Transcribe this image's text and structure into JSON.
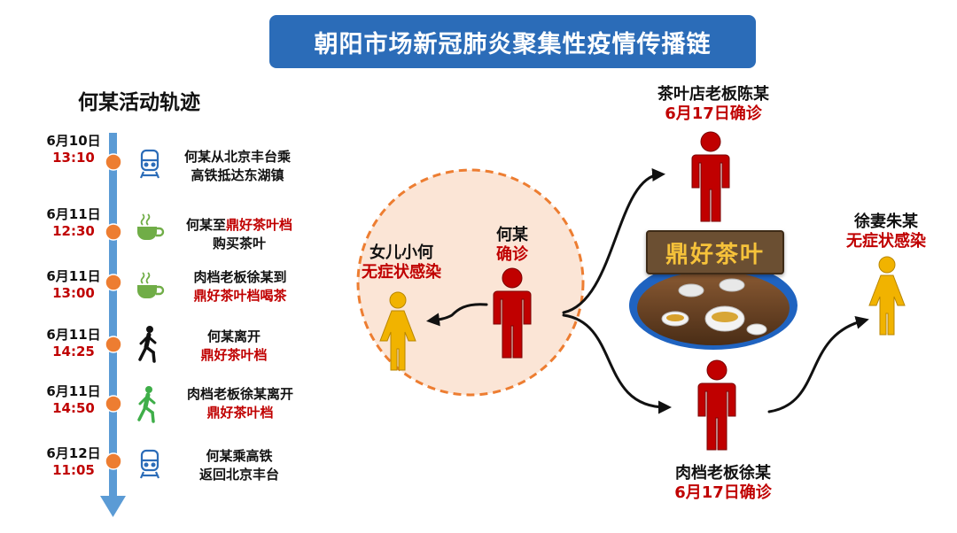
{
  "title": "朝阳市场新冠肺炎聚集性疫情传播链",
  "timeline": {
    "heading": "何某活动轨迹",
    "events": [
      {
        "date": "6月10日",
        "time": "13:10",
        "line1_pre": "何某从北京丰台乘",
        "line1_red": "",
        "line2_pre": "高铁抵达东湖镇",
        "line2_red": "",
        "icon": "train-icon"
      },
      {
        "date": "6月11日",
        "time": "12:30",
        "line1_pre": "何某至",
        "line1_red": "鼎好茶叶档",
        "line2_pre": "购买茶叶",
        "line2_red": "",
        "icon": "tea-cup-icon"
      },
      {
        "date": "6月11日",
        "time": "13:00",
        "line1_pre": "肉档老板徐某到",
        "line1_red": "",
        "line2_pre": "",
        "line2_red": "鼎好茶叶档喝茶",
        "icon": "tea-cup-icon"
      },
      {
        "date": "6月11日",
        "time": "14:25",
        "line1_pre": "何某离开",
        "line1_red": "",
        "line2_pre": "",
        "line2_red": "鼎好茶叶档",
        "icon": "walking-person-icon"
      },
      {
        "date": "6月11日",
        "time": "14:50",
        "line1_pre": "肉档老板徐某离开",
        "line1_red": "",
        "line2_pre": "",
        "line2_red": "鼎好茶叶档",
        "icon": "walking-person-icon"
      },
      {
        "date": "6月12日",
        "time": "11:05",
        "line1_pre": "何某乘高铁",
        "line1_red": "",
        "line2_pre": "返回北京丰台",
        "line2_red": "",
        "icon": "train-icon"
      }
    ]
  },
  "network": {
    "index_case": {
      "name": "何某",
      "status": "确诊"
    },
    "daughter": {
      "name": "女儿小何",
      "status": "无症状感染"
    },
    "tea_owner": {
      "name": "茶叶店老板陈某",
      "status": "6月17日确诊"
    },
    "meat_owner": {
      "name": "肉档老板徐某",
      "status": "6月17日确诊"
    },
    "wife": {
      "name": "徐妻朱某",
      "status": "无症状感染"
    },
    "teahouse_sign": "鼎好茶叶"
  },
  "colors": {
    "title_bg": "#2b6cb8",
    "confirmed": "#c00000",
    "asymptomatic": "#f1b300",
    "timeline_axis": "#5b9bd5",
    "timeline_dot": "#ed7d31",
    "tea_icon": "#70ad47",
    "walk_green": "#3fae49"
  }
}
